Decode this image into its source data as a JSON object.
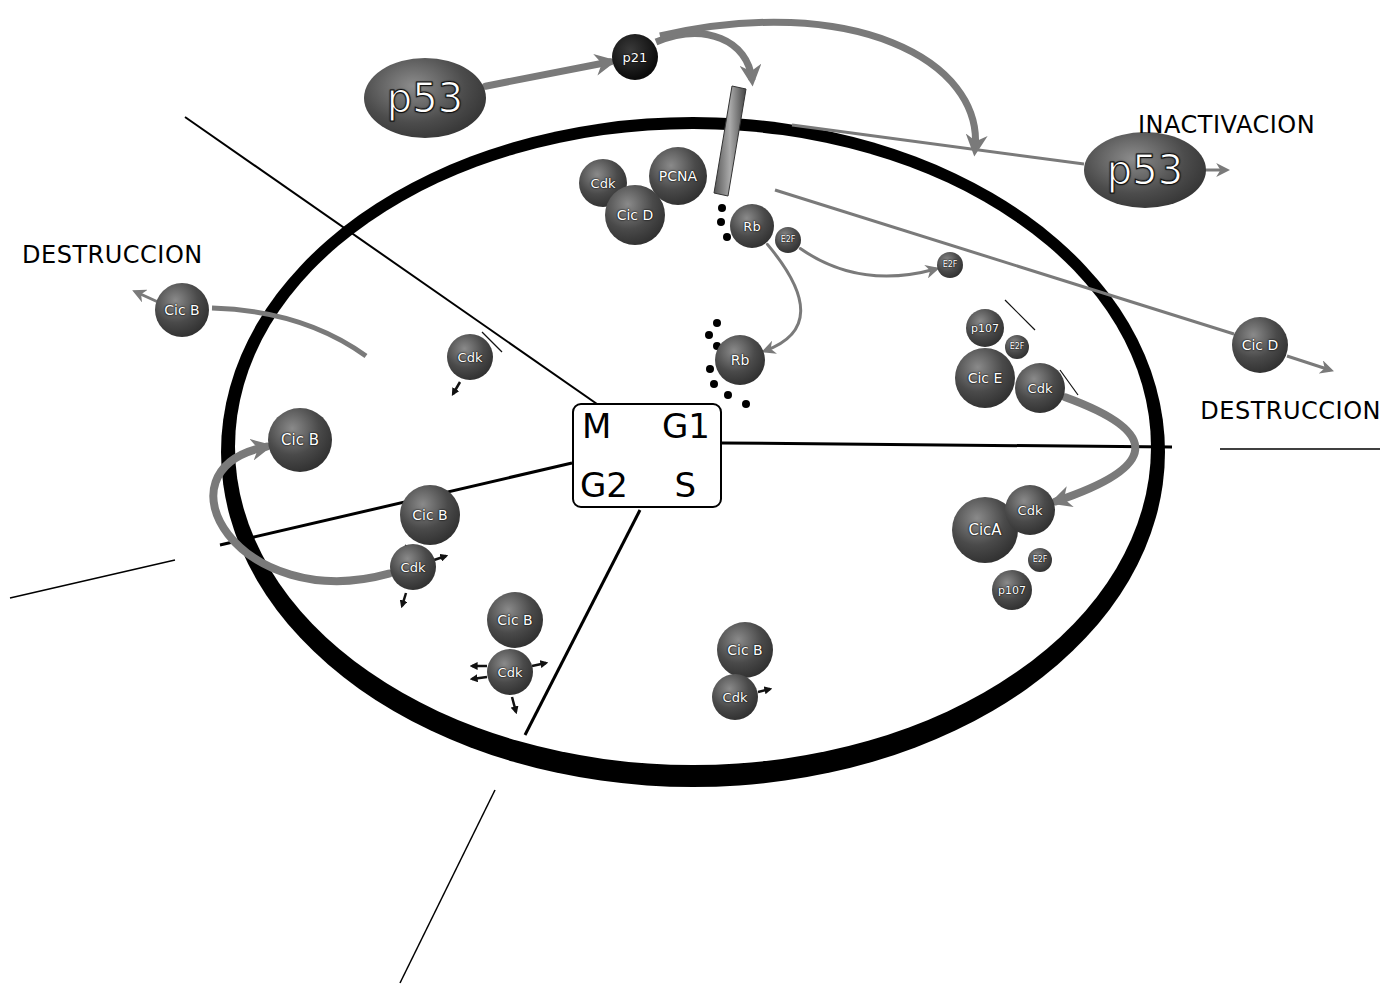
{
  "diagram": {
    "nodes": [
      {
        "text": [
          "p53"
        ]
      },
      {
        "text": [
          "p21"
        ]
      },
      {
        "text": [
          "p53"
        ]
      },
      {
        "text": [
          "Cdk"
        ]
      },
      {
        "text": [
          "PCNA"
        ]
      },
      {
        "text": [
          "Cic D"
        ]
      },
      {
        "text": [
          "Rb"
        ]
      },
      {
        "text": [
          "E2F"
        ]
      },
      {
        "text": [
          "Cic B"
        ]
      },
      {
        "text": [
          "Cdk"
        ]
      },
      {
        "text": [
          "E2F"
        ]
      },
      {
        "text": [
          "Rb"
        ]
      },
      {
        "text": [
          "p107"
        ]
      },
      {
        "text": [
          "E2F"
        ]
      },
      {
        "text": [
          "Cic E"
        ]
      },
      {
        "text": [
          "Cdk"
        ]
      },
      {
        "text": [
          "Cic D"
        ]
      },
      {
        "text": [
          "M",
          "G1",
          "G2",
          "S"
        ]
      },
      {
        "text": [
          "Cic B"
        ]
      },
      {
        "text": [
          "Cic B"
        ]
      },
      {
        "text": [
          "Cdk"
        ]
      },
      {
        "text": [
          "Cic B"
        ]
      },
      {
        "text": [
          "Cdk"
        ]
      },
      {
        "text": [
          "CicA"
        ]
      },
      {
        "text": [
          "Cdk"
        ]
      },
      {
        "text": [
          "E2F"
        ]
      },
      {
        "text": [
          "p107"
        ]
      },
      {
        "text": [
          "Cic B"
        ]
      },
      {
        "text": [
          "Cdk"
        ]
      }
    ],
    "edges": [
      {
        "from": 0,
        "to": 1,
        "arrow": "to"
      },
      {
        "from": 6,
        "to": 11,
        "arrow": "to"
      },
      {
        "from": 7,
        "to": 10,
        "arrow": "to"
      },
      {
        "from": 15,
        "to": 24,
        "arrow": "to"
      },
      {
        "from": 20,
        "to": 18,
        "arrow": "to"
      }
    ],
    "labels": [
      "INACTIVACION",
      "DESTRUCCION",
      "DESTRUCCION"
    ]
  }
}
